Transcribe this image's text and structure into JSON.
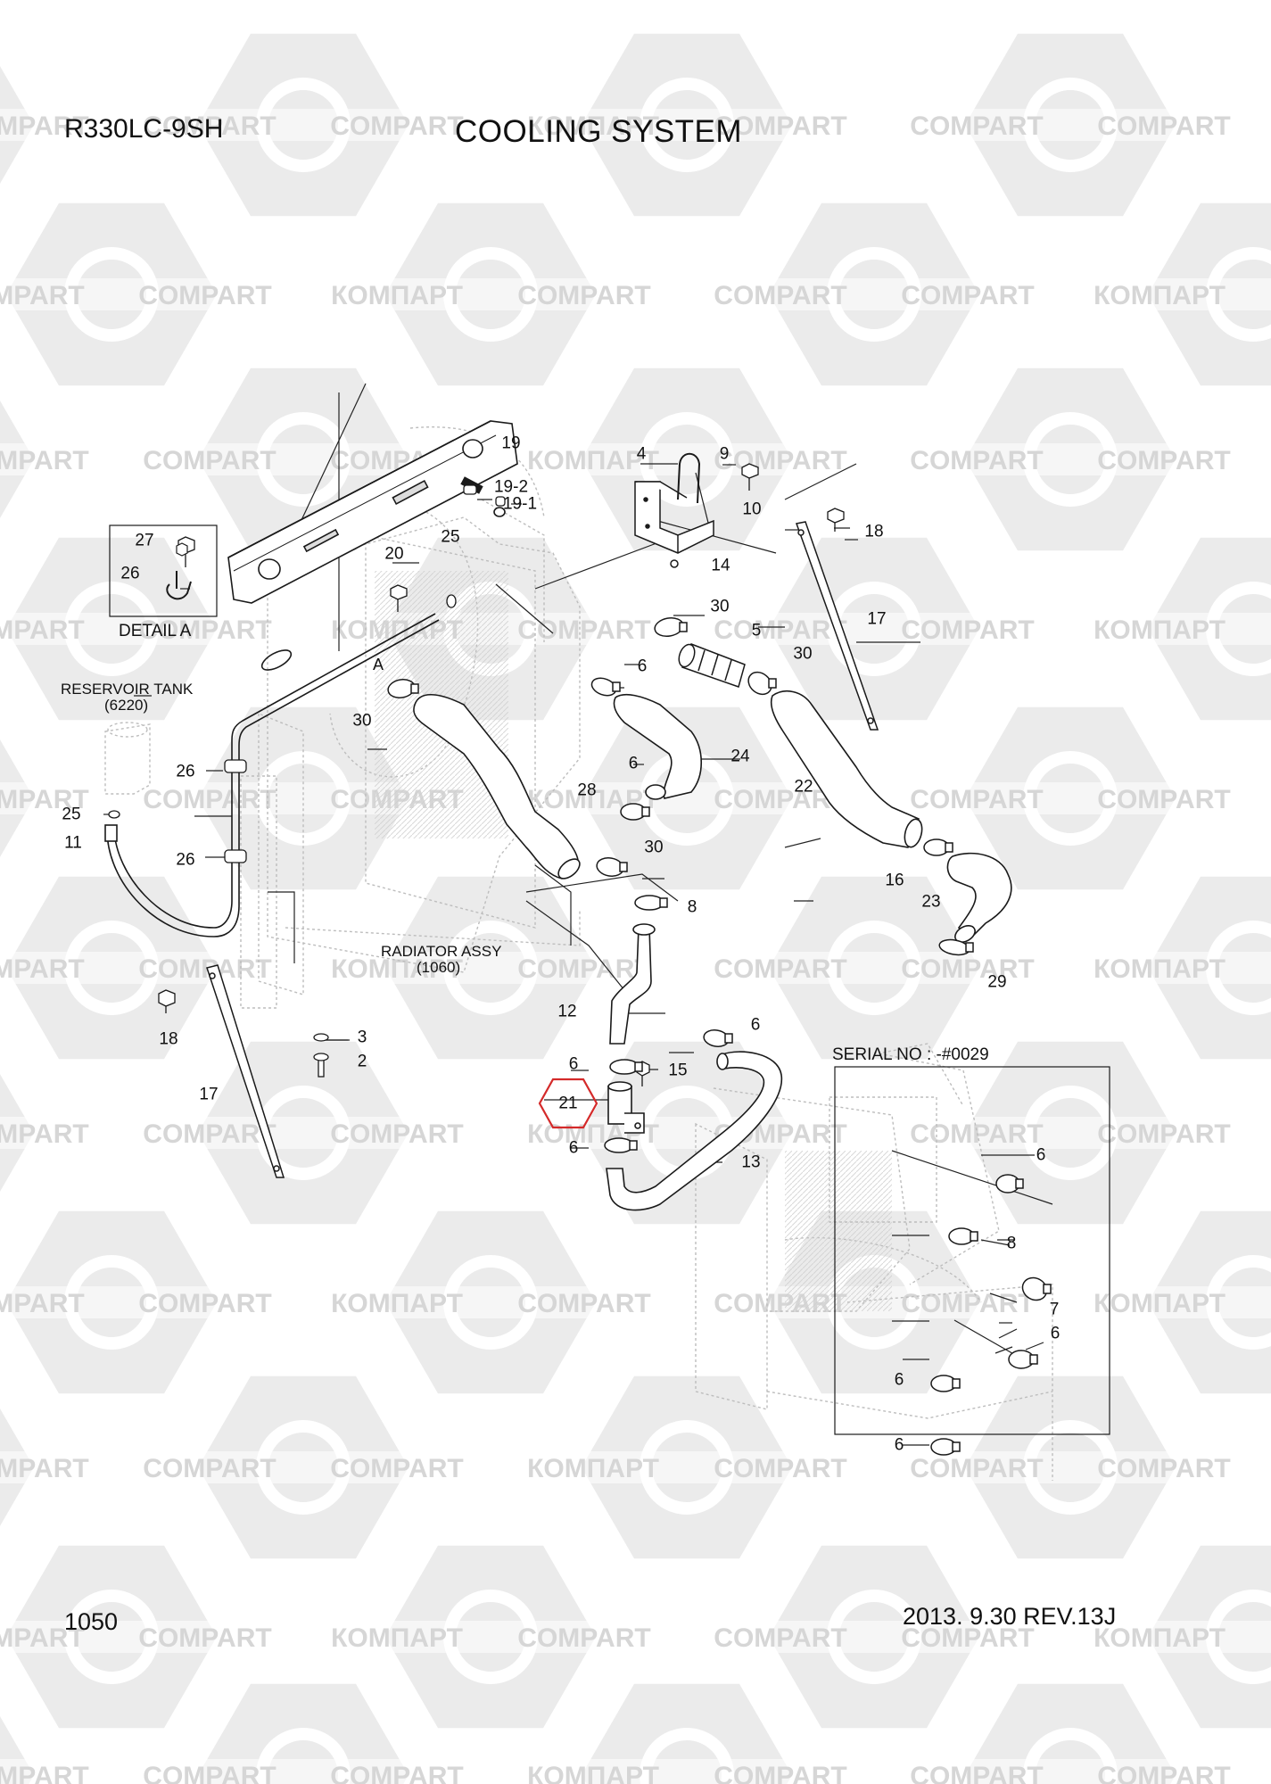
{
  "header": {
    "model": "R330LC-9SH",
    "title": "COOLING SYSTEM"
  },
  "footer": {
    "page_number": "1050",
    "revision": "2013. 9.30  REV.13J"
  },
  "watermark": {
    "latin": "COMPART",
    "cyrillic": "КОМПАРТ"
  },
  "captions": {
    "detail_a": "DETAIL A",
    "reservoir_tank": "RESERVOIR TANK",
    "reservoir_tank_ref": "(6220)",
    "radiator_assy": "RADIATOR ASSY",
    "radiator_assy_ref": "(1060)",
    "serial_no": "SERIAL NO : -#0029",
    "detail_marker": "A"
  },
  "highlighted_part": "21",
  "part_labels": [
    {
      "id": "19",
      "text": "19"
    },
    {
      "id": "19-2",
      "text": "19-2"
    },
    {
      "id": "19-1",
      "text": "19-1"
    },
    {
      "id": "4",
      "text": "4"
    },
    {
      "id": "9",
      "text": "9"
    },
    {
      "id": "10",
      "text": "10"
    },
    {
      "id": "14",
      "text": "14"
    },
    {
      "id": "18-top",
      "text": "18"
    },
    {
      "id": "27",
      "text": "27"
    },
    {
      "id": "26-detail",
      "text": "26"
    },
    {
      "id": "20",
      "text": "20"
    },
    {
      "id": "25-top",
      "text": "25"
    },
    {
      "id": "30-a",
      "text": "30"
    },
    {
      "id": "5",
      "text": "5"
    },
    {
      "id": "30-b",
      "text": "30"
    },
    {
      "id": "17-right",
      "text": "17"
    },
    {
      "id": "6-a",
      "text": "6"
    },
    {
      "id": "30-c",
      "text": "30"
    },
    {
      "id": "24",
      "text": "24"
    },
    {
      "id": "6-b",
      "text": "6"
    },
    {
      "id": "22",
      "text": "22"
    },
    {
      "id": "26-a",
      "text": "26"
    },
    {
      "id": "25-left",
      "text": "25"
    },
    {
      "id": "11",
      "text": "11"
    },
    {
      "id": "28",
      "text": "28"
    },
    {
      "id": "26-b",
      "text": "26"
    },
    {
      "id": "30-d",
      "text": "30"
    },
    {
      "id": "8",
      "text": "8"
    },
    {
      "id": "16",
      "text": "16"
    },
    {
      "id": "23",
      "text": "23"
    },
    {
      "id": "29",
      "text": "29"
    },
    {
      "id": "12",
      "text": "12"
    },
    {
      "id": "18-left",
      "text": "18"
    },
    {
      "id": "3",
      "text": "3"
    },
    {
      "id": "2",
      "text": "2"
    },
    {
      "id": "17-left",
      "text": "17"
    },
    {
      "id": "6-c",
      "text": "6"
    },
    {
      "id": "6-d",
      "text": "6"
    },
    {
      "id": "15",
      "text": "15"
    },
    {
      "id": "21",
      "text": "21"
    },
    {
      "id": "6-e",
      "text": "6"
    },
    {
      "id": "13",
      "text": "13"
    },
    {
      "id": "6-s1",
      "text": "6"
    },
    {
      "id": "8-s",
      "text": "8"
    },
    {
      "id": "7-s",
      "text": "7"
    },
    {
      "id": "6-s2",
      "text": "6"
    },
    {
      "id": "6-s3",
      "text": "6"
    },
    {
      "id": "6-s4",
      "text": "6"
    }
  ],
  "colors": {
    "line": "#1a1a1a",
    "ghost": "#c8c8c8",
    "watermark_fill": "#ebebeb",
    "watermark_text": "#d6d6d6",
    "highlight": "#d42a2a"
  }
}
